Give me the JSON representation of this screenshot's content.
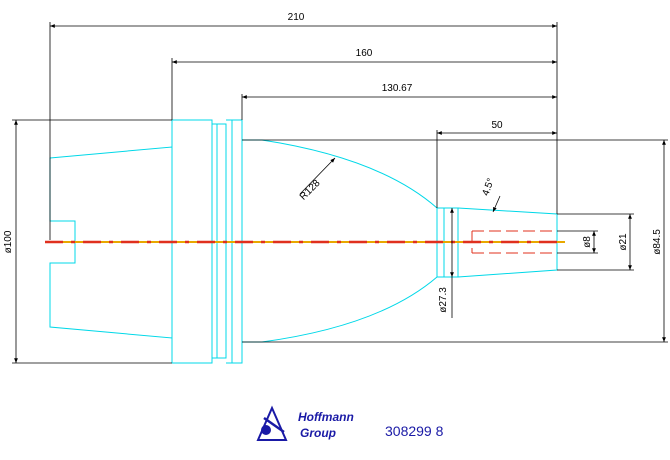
{
  "drawing": {
    "colors": {
      "outline": "#00d8e8",
      "dimension": "#000000",
      "centerline_dash": "#e0301e",
      "centerline_base": "#e8a800",
      "hidden_bore": "#e0301e",
      "logo": "#1a1aa6"
    },
    "dimensions": {
      "overall_length": "210",
      "length_from_flange": "160",
      "length_from_collar": "130.67",
      "nose_length": "50",
      "body_diameter": "ø100",
      "nose_diameter": "ø84.5",
      "neck_diameter": "ø27.3",
      "tip_diameter": "ø21",
      "bore_diameter": "ø8",
      "taper_angle": "4.5°",
      "radius": "R128"
    }
  },
  "title_block": {
    "logo_line1": "Hoffmann",
    "logo_line2": "Group",
    "logo_icon": "hoffmann-triangle-logo-icon",
    "part_number": "308299 8"
  }
}
